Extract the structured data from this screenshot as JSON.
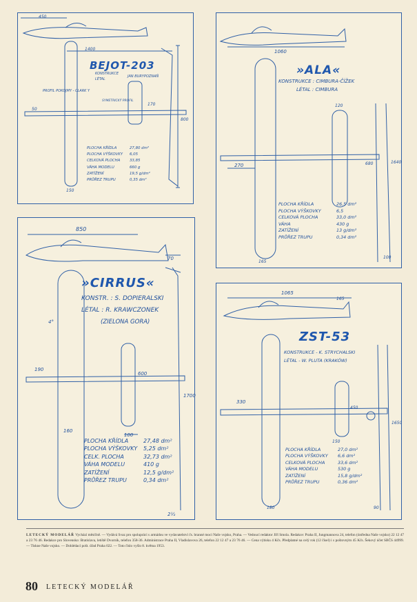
{
  "planes": [
    {
      "name": "BEJOT-203",
      "credits": [
        "KONSTRUKCE",
        "LÉTAL",
        "JAN BURYPOZNAŇ"
      ],
      "notes": [
        "PROFIL POKOJMY - CLARK Y",
        "SYMETRICKÝ PROFIL"
      ],
      "dims": [
        "450",
        "1400",
        "150",
        "170",
        "800",
        "50"
      ],
      "stats": [
        {
          "k": "PLOCHA KŘÍDLA",
          "v": "27,80 dm²"
        },
        {
          "k": "PLOCHA VÝŠKOVKY",
          "v": "6,05"
        },
        {
          "k": "CELKOVÁ PLOCHA",
          "v": "33,85"
        },
        {
          "k": "VÁHA MODELU",
          "v": "660 g"
        },
        {
          "k": "ZATÍŽENÍ",
          "v": "19,5 g/dm²"
        },
        {
          "k": "PRŮŘEZ TRUPU",
          "v": "0,35 dm²"
        }
      ]
    },
    {
      "name": "»ALA«",
      "credits": [
        "KONSTRUKCE : CIMBURA-ČÍŽEK",
        "LÉTAL : CIMBURA"
      ],
      "dims": [
        "1060",
        "120",
        "270",
        "680",
        "1640",
        "165",
        "100"
      ],
      "stats": [
        {
          "k": "PLOCHA KŘÍDLA",
          "v": "26,5 dm²"
        },
        {
          "k": "PLOCHA VÝŠKOVKY",
          "v": "6,5"
        },
        {
          "k": "CELKOVÁ PLOCHA",
          "v": "33,0 dm²"
        },
        {
          "k": "VÁHA",
          "v": "430 g"
        },
        {
          "k": "ZATÍŽENÍ",
          "v": "13 g/dm²"
        },
        {
          "k": "PRŮŘEZ TRUPU",
          "v": "0,34 dm²"
        }
      ]
    },
    {
      "name": "»CIRRUS«",
      "credits": [
        "KONSTR. : S. DOPIERALSKI",
        "LÉTAL : R. KRAWCZONEK",
        "(ZIELONA GORA)"
      ],
      "dims": [
        "850",
        "70",
        "4°",
        "190",
        "600",
        "160",
        "100",
        "1700",
        "2½"
      ],
      "stats": [
        {
          "k": "PLOCHA KŘÍDLA",
          "v": "27,48 dm²"
        },
        {
          "k": "PLOCHA VÝŠKOVKY",
          "v": "5,25 dm²"
        },
        {
          "k": "CELK. PLOCHA",
          "v": "32,73 dm²"
        },
        {
          "k": "VÁHA MODELU",
          "v": "410 g"
        },
        {
          "k": "ZATÍŽENÍ",
          "v": "12,5 g/dm²"
        },
        {
          "k": "PRŮŘEZ TRUPU",
          "v": "0,34 dm²"
        }
      ]
    },
    {
      "name": "ZST-53",
      "credits": [
        "KONSTRUKCE - K. STRYCHALSKI",
        "LÉTAL - W. PLUTA (KRAKÓW)"
      ],
      "dims": [
        "1065",
        "165",
        "330",
        "450",
        "150",
        "1650",
        "180",
        "90"
      ],
      "stats": [
        {
          "k": "PLOCHA KŘÍDLA",
          "v": "27,0 dm²"
        },
        {
          "k": "PLOCHA VÝŠKOVKY",
          "v": "6,6 dm²"
        },
        {
          "k": "CELKOVÁ PLOCHA",
          "v": "33,6 dm²"
        },
        {
          "k": "VÁHA MODELU",
          "v": "530 g"
        },
        {
          "k": "ZATÍŽENÍ",
          "v": "15,8 g/dm²"
        },
        {
          "k": "PRŮŘEZ TRUPU",
          "v": "0,36 dm²"
        }
      ]
    }
  ],
  "footer": {
    "masthead": "LETECKÝ MODELÁŘ",
    "text": "Vychází měsíčně. — Vydává Svaz pro spolupráci s armádou ve vydavatelství čs. branné moci Naše vojsko, Praha. — Vedoucí redaktor Jiří Smola. Redakce: Praha II, Jungmannova 24, telefon (ústředna Naše vojsko) 22 12 47 a 23 76 46. Redakce pro Slovensko: Bratislava, letiště Dvorník, telefon 358-36. Administrace Praha II, Vladislavova 26, telefon 22 12 47 a 23 76 46. — Cena výtisku 4 Kčs. Předplatné na celý rok (12 čísel) i s poštovným 45 Kčs. Šekový účet SBČS 44999. — Tiskne Naše vojsko. — Dohlédací pošt. úřad Praha 022. — Toto číslo vyšlo 8. května 1953."
  },
  "page": {
    "number": "80",
    "magazine": "LETECKÝ MODELÁŘ"
  },
  "colors": {
    "ink": "#1f4f9c",
    "paper": "#f3ecd9"
  }
}
